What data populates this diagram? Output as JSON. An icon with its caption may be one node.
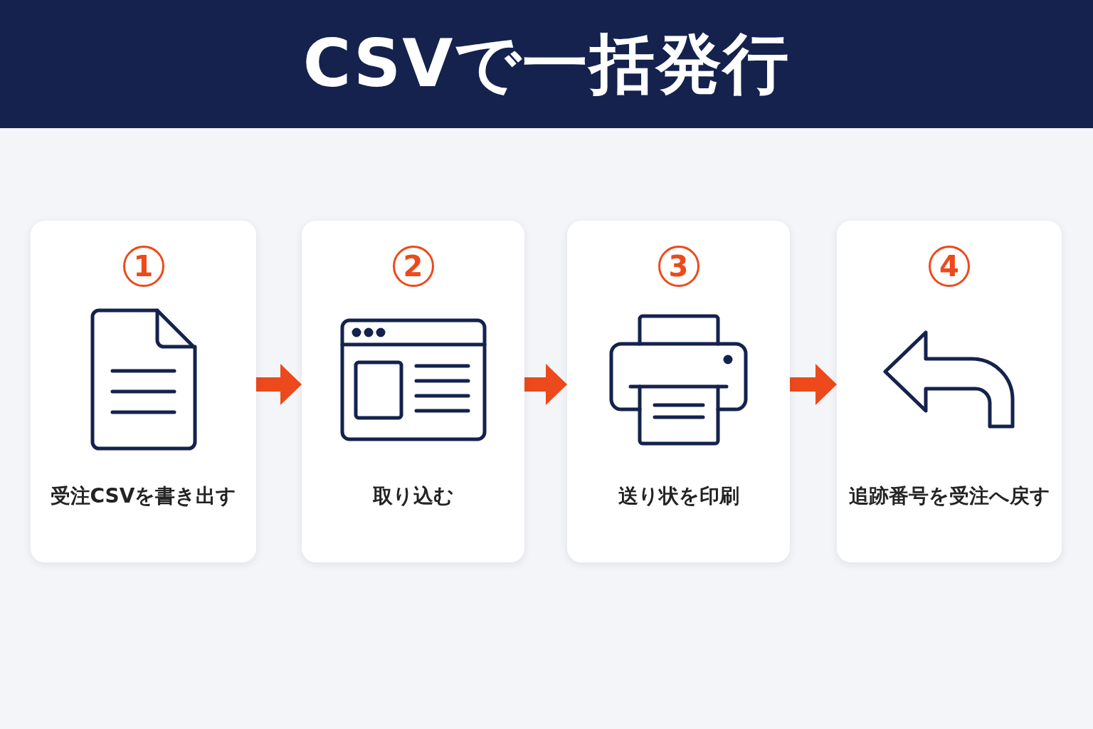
{
  "diagram": {
    "title": "CSVで一括発行",
    "nodes": [
      {
        "text": [
          "1",
          "受注CSVを書き出す"
        ]
      },
      {
        "text": [
          "2",
          "取り込む"
        ]
      },
      {
        "text": [
          "3",
          "送り状を印刷"
        ]
      },
      {
        "text": [
          "4",
          "追跡番号を受注へ戻す"
        ]
      }
    ],
    "edges": [
      {
        "from": 0,
        "to": 1,
        "arrow": "to"
      },
      {
        "from": 1,
        "to": 2,
        "arrow": "to"
      },
      {
        "from": 2,
        "to": 3,
        "arrow": "to"
      }
    ]
  }
}
